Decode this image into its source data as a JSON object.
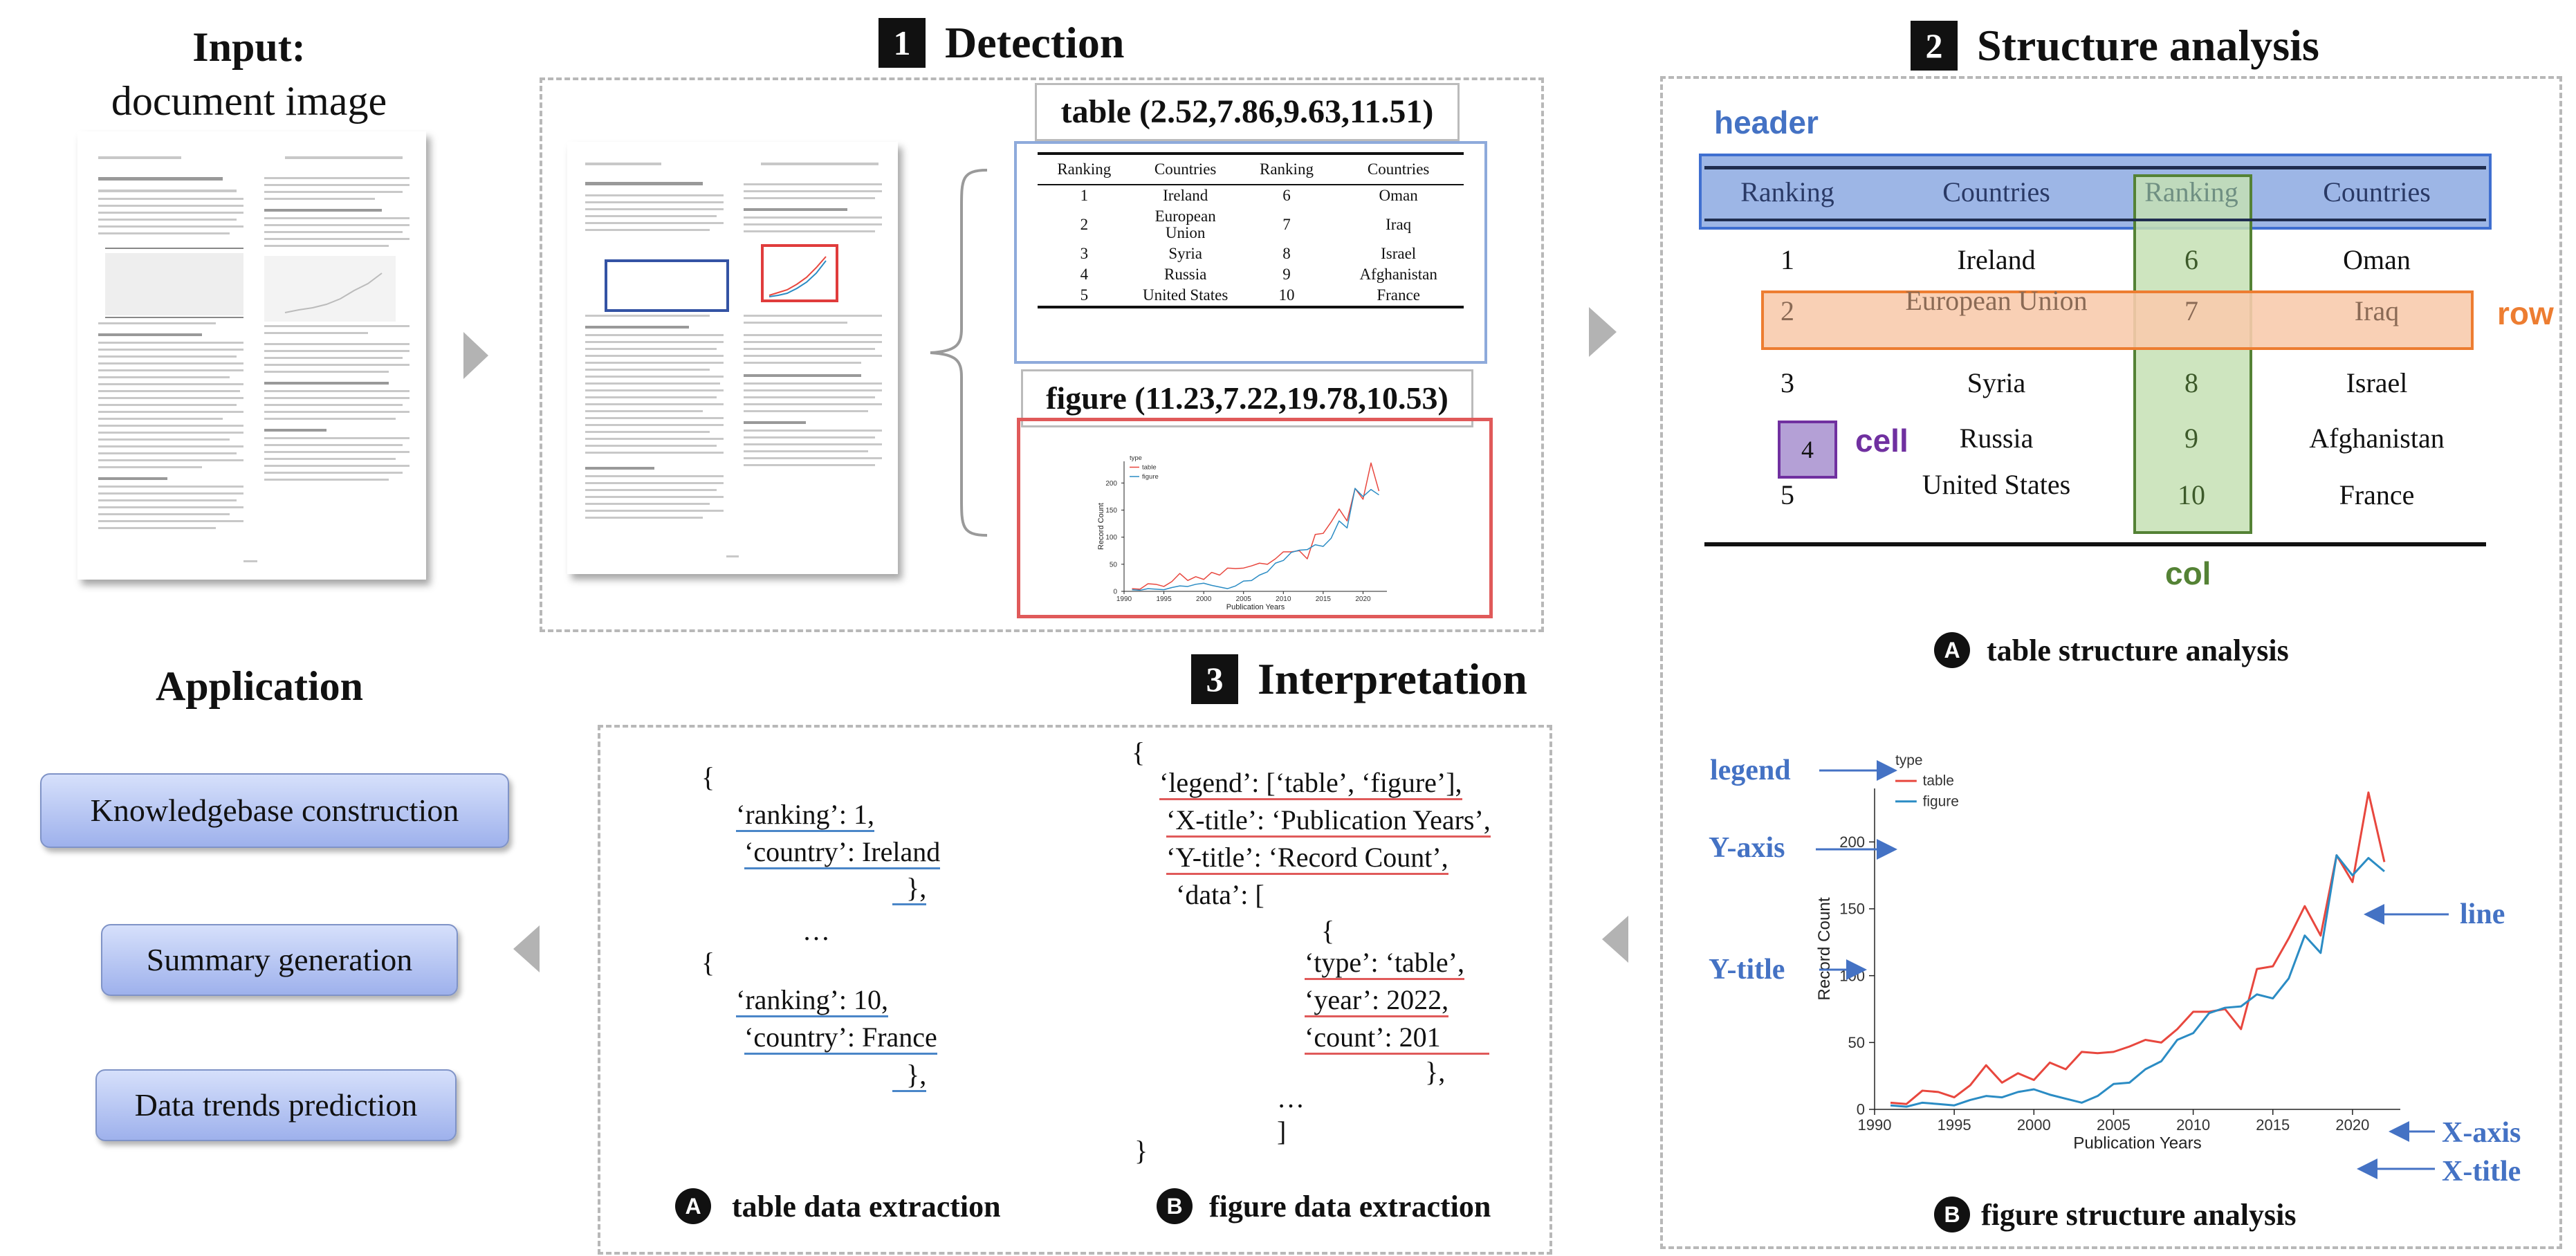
{
  "input": {
    "title": "Input:",
    "subtitle": "document image"
  },
  "detection": {
    "num": "1",
    "title": "Detection",
    "table_label": "table (2.52,7.86,9.63,11.51)",
    "figure_label": "figure (11.23,7.22,19.78,10.53)"
  },
  "structure": {
    "num": "2",
    "title": "Structure analysis",
    "header_label": "header",
    "row_label": "row",
    "cell_label": "cell",
    "col_label": "col",
    "cell_value": "4",
    "table_caption_circle": "A",
    "table_caption": "table structure analysis",
    "figure_caption_circle": "B",
    "figure_caption": "figure structure analysis",
    "fig_labels": {
      "legend": "legend",
      "yaxis": "Y-axis",
      "ytitle": "Y-title",
      "line": "line",
      "xaxis": "X-axis",
      "xtitle": "X-title"
    }
  },
  "interpretation": {
    "num": "3",
    "title": "Interpretation",
    "caption_a_circle": "A",
    "caption_a": "table data extraction",
    "caption_b_circle": "B",
    "caption_b": "figure data extraction",
    "table_json": {
      "open1": "{",
      "ranking1": "‘ranking’: 1,",
      "country1": "‘country’: Ireland",
      "close1": "},",
      "ellipsis": "…",
      "open2": "{",
      "ranking2": "‘ranking’: 10,",
      "country2": "‘country’: France",
      "close2": "},"
    },
    "figure_json": {
      "open": "{",
      "legend": "‘legend’: [‘table’, ‘figure’],",
      "xtitle": "‘X-title’: ‘Publication Years’,",
      "ytitle": "‘Y-title’: ‘Record Count’,",
      "data": "‘data’: [",
      "inner_open": "{",
      "type": "‘type’: ‘table’,",
      "year": "‘year’: 2022,",
      "count": "‘count’: 201",
      "inner_close": "},",
      "ellipsis": "…",
      "bracket": "]",
      "close": "}"
    }
  },
  "application": {
    "title": "Application",
    "items": [
      "Knowledgebase  construction",
      "Summary generation",
      "Data trends prediction"
    ]
  },
  "table": {
    "headers": [
      "Ranking",
      "Countries",
      "Ranking",
      "Countries"
    ],
    "rows": [
      [
        "1",
        "Ireland",
        "6",
        "Oman"
      ],
      [
        "2",
        "European Union",
        "7",
        "Iraq"
      ],
      [
        "3",
        "Syria",
        "8",
        "Israel"
      ],
      [
        "4",
        "Russia",
        "9",
        "Afghanistan"
      ],
      [
        "5",
        "United States",
        "10",
        "France"
      ]
    ]
  },
  "colors": {
    "table_box": "#8eaadb",
    "figure_box": "#e05a5a",
    "header_fill": "#9db6e6",
    "row_fill": "#f8cbad",
    "col_fill": "#c6e0b4",
    "cell_fill": "#b4a0d6",
    "label_blue": "#4472c4",
    "row_orange": "#ed7d31",
    "col_green": "#548235",
    "cell_purple": "#7030a0"
  },
  "chart_data": {
    "type": "line",
    "xlabel": "Publication Years",
    "ylabel": "Record Count",
    "legend_title": "type",
    "xlim": [
      1990,
      2023
    ],
    "ylim": [
      0,
      240
    ],
    "xticks": [
      1990,
      1995,
      2000,
      2005,
      2010,
      2015,
      2020
    ],
    "yticks": [
      0,
      50,
      100,
      150,
      200
    ],
    "series": [
      {
        "name": "table",
        "color": "#e8473e",
        "x": [
          1991,
          1992,
          1993,
          1994,
          1995,
          1996,
          1997,
          1998,
          1999,
          2000,
          2001,
          2002,
          2003,
          2004,
          2005,
          2006,
          2007,
          2008,
          2009,
          2010,
          2011,
          2012,
          2013,
          2014,
          2015,
          2016,
          2017,
          2018,
          2019,
          2020,
          2021,
          2022
        ],
        "values": [
          5,
          4,
          14,
          13,
          9,
          18,
          33,
          20,
          27,
          22,
          35,
          30,
          43,
          42,
          43,
          47,
          52,
          50,
          60,
          73,
          73,
          75,
          60,
          105,
          107,
          128,
          152,
          130,
          190,
          170,
          237,
          185
        ]
      },
      {
        "name": "figure",
        "color": "#2b8cc4",
        "x": [
          1991,
          1992,
          1993,
          1994,
          1995,
          1996,
          1997,
          1998,
          1999,
          2000,
          2001,
          2002,
          2003,
          2004,
          2005,
          2006,
          2007,
          2008,
          2009,
          2010,
          2011,
          2012,
          2013,
          2014,
          2015,
          2016,
          2017,
          2018,
          2019,
          2020,
          2021,
          2022
        ],
        "values": [
          3,
          2,
          5,
          4,
          3,
          7,
          10,
          9,
          13,
          15,
          11,
          8,
          5,
          10,
          19,
          20,
          30,
          36,
          52,
          57,
          72,
          76,
          77,
          86,
          83,
          98,
          130,
          117,
          190,
          175,
          188,
          178
        ]
      }
    ]
  }
}
